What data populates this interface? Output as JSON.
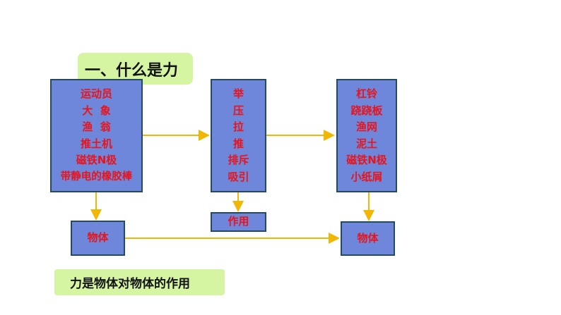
{
  "title": "一、什么是力",
  "box_sources": [
    "运动员",
    "大  象",
    "渔  翁",
    "推土机",
    "磁铁N极",
    "带静电的橡胶棒"
  ],
  "box_actions": [
    "举",
    "压",
    "拉",
    "推",
    "排斥",
    "吸引"
  ],
  "box_targets": [
    "杠铃",
    "跷跷板",
    "渔网",
    "泥土",
    "磁铁N极",
    "小纸屑"
  ],
  "object_left": "物体",
  "action_label": "作用",
  "object_right": "物体",
  "conclusion": "力是物体对物体的作用",
  "colors": {
    "box": "#6f87da",
    "text": "#e8141c",
    "arrow": "#f2b705",
    "label_bg": "#d5f5a2"
  }
}
